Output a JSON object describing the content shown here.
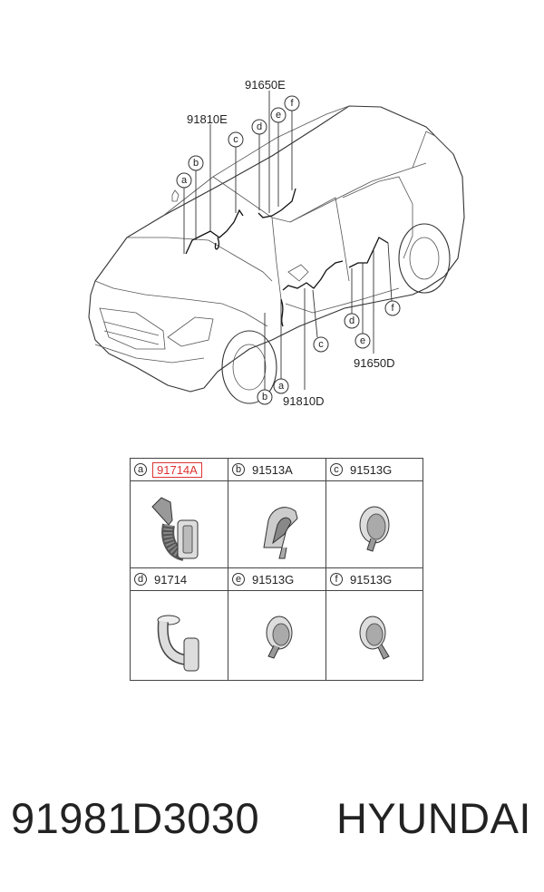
{
  "diagram": {
    "callouts": [
      {
        "code": "91650E"
      },
      {
        "code": "91810E"
      },
      {
        "code": "91650D"
      },
      {
        "code": "91810D"
      }
    ],
    "markers": [
      "a",
      "b",
      "c",
      "d",
      "e",
      "f",
      "a",
      "b",
      "c",
      "d",
      "e",
      "f"
    ]
  },
  "parts_table": {
    "cells": [
      {
        "letter": "a",
        "part": "91714A",
        "highlighted": true
      },
      {
        "letter": "b",
        "part": "91513A"
      },
      {
        "letter": "c",
        "part": "91513G"
      },
      {
        "letter": "d",
        "part": "91714"
      },
      {
        "letter": "e",
        "part": "91513G"
      },
      {
        "letter": "f",
        "part": "91513G"
      }
    ]
  },
  "footer": {
    "part_number": "91981D3030",
    "brand": "HYUNDAI"
  },
  "colors": {
    "highlight": "#d33333",
    "line": "#333333"
  }
}
